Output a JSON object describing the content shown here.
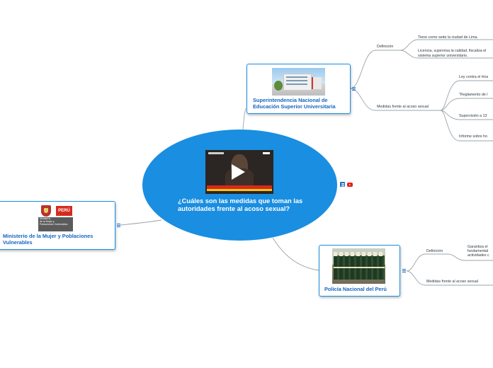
{
  "central": {
    "title": "¿Cuáles son las medidas que toman las autoridades frente al acoso sexual?"
  },
  "topics": {
    "sunedu": {
      "title": "Superintendencia Nacional de Educación Superior Universitaria",
      "definicion": {
        "label": "Definición",
        "items": [
          "Tiene como sede la ciudad de Lima.",
          "Licencia, supervisa la calidad, fiscaliza el sistema superior universitario."
        ]
      },
      "medidas": {
        "label": "Medidas frente al acoso sexual",
        "items": [
          "Ley contra el Hos",
          "\"Reglamento de l",
          "Supervisión a 13",
          "Informe sobre ho"
        ]
      }
    },
    "mimp": {
      "title": "Ministerio de la Mujer y Poblaciones Vulnerables",
      "logo_text": "PERÚ",
      "logo_lines": [
        "Ministerio",
        "de la Mujer y",
        "Poblaciones Vulnerables"
      ]
    },
    "pnp": {
      "title": "Policía Nacional del Perú",
      "definicion": {
        "label": "Definición",
        "lines": [
          "Garantiza el",
          "fundamental",
          "actividades c"
        ]
      },
      "medidas": {
        "label": "Medidas frente al acoso sexual"
      }
    }
  },
  "colors": {
    "central_fill": "#1a8ee0",
    "card_border": "#1a8ee0",
    "card_title": "#1565c0",
    "connector": "#9aa4ab",
    "youtube_red": "#e62117"
  },
  "icons": [
    "note-icon",
    "youtube-icon",
    "menu-icon",
    "play-icon"
  ]
}
